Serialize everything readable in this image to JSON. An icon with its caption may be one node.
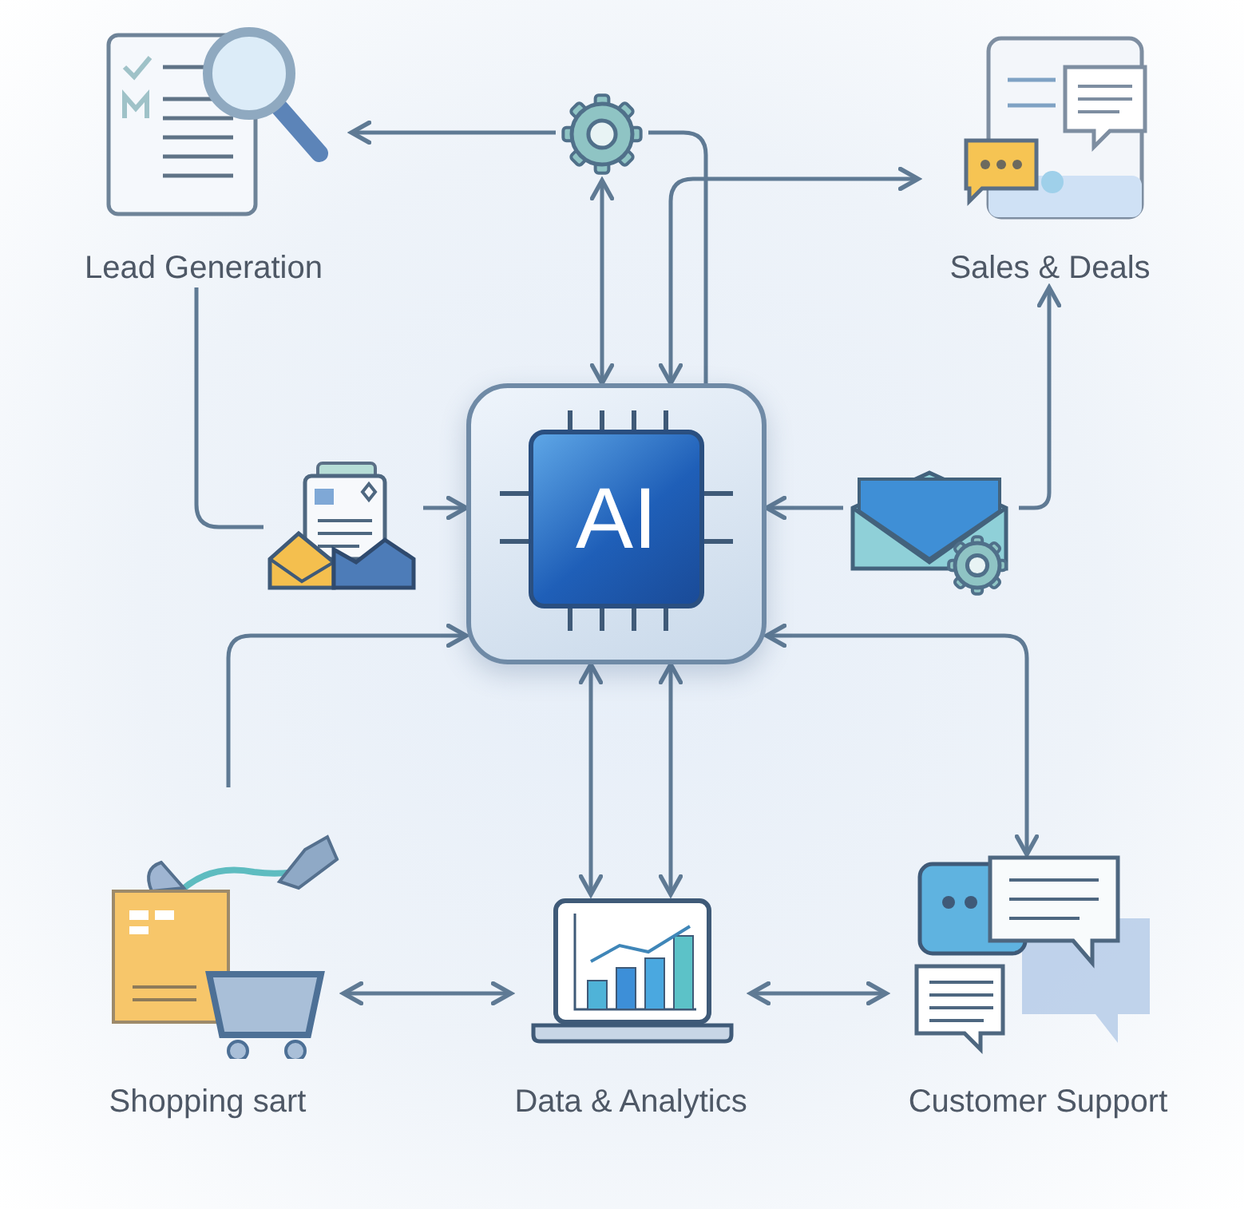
{
  "diagram": {
    "nodes": [
      {
        "text": [
          "Lead Generation"
        ]
      },
      {
        "text": [],
        "shape": "picture"
      },
      {
        "text": [
          "Sales & Deals"
        ]
      },
      {
        "text": [],
        "shape": "picture"
      },
      {
        "text": [
          "AI"
        ]
      },
      {
        "text": [],
        "shape": "picture"
      },
      {
        "text": [
          "Shopping sart"
        ]
      },
      {
        "text": [
          "Data & Analytics"
        ]
      },
      {
        "text": [
          "Customer Support"
        ]
      }
    ],
    "edges": [
      {
        "from": 1,
        "to": 0,
        "arrow": "to"
      },
      {
        "from": 1,
        "to": 4,
        "arrow": "both"
      },
      {
        "from": 4,
        "to": 2,
        "arrow": "both"
      },
      {
        "from": 1,
        "to": 4,
        "arrow": "none"
      },
      {
        "from": 0,
        "to": 3,
        "arrow": "none"
      },
      {
        "from": 3,
        "to": 4,
        "arrow": "to"
      },
      {
        "from": 5,
        "to": 4,
        "arrow": "to"
      },
      {
        "from": 5,
        "to": 2,
        "arrow": "to"
      },
      {
        "from": null,
        "to": 4,
        "arrow": "to"
      },
      {
        "from": 4,
        "to": 7,
        "arrow": "both"
      },
      {
        "from": 4,
        "to": 7,
        "arrow": "both"
      },
      {
        "from": 4,
        "to": 8,
        "arrow": "both"
      },
      {
        "from": 6,
        "to": 7,
        "arrow": "both"
      },
      {
        "from": 7,
        "to": 8,
        "arrow": "both"
      }
    ]
  }
}
